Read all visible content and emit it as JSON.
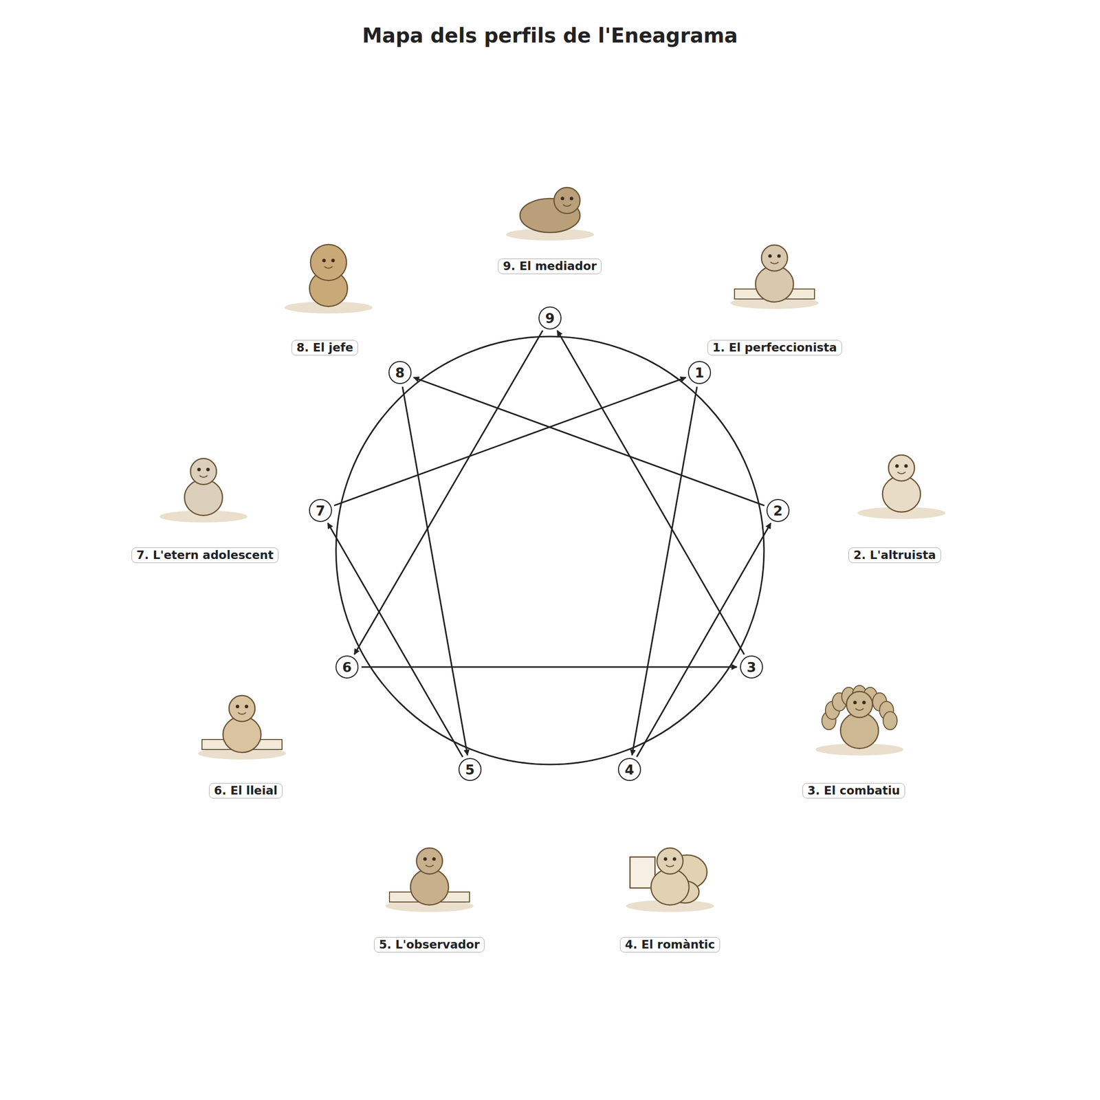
{
  "diagram": {
    "title": "Mapa dels perfils de l'Eneagrama",
    "nodes": [
      {
        "text": [
          "1"
        ]
      },
      {
        "text": [
          "2"
        ]
      },
      {
        "text": [
          "3"
        ]
      },
      {
        "text": [
          "4"
        ]
      },
      {
        "text": [
          "5"
        ]
      },
      {
        "text": [
          "6"
        ]
      },
      {
        "text": [
          "7"
        ]
      },
      {
        "text": [
          "8"
        ]
      },
      {
        "text": [
          "9"
        ]
      },
      {
        "text": [
          "1. El perfeccionista"
        ]
      },
      {
        "text": [
          "2. L'altruista"
        ]
      },
      {
        "text": [
          "3. El combatiu"
        ]
      },
      {
        "text": [
          "4. El romàntic"
        ]
      },
      {
        "text": [
          "5. L'observador"
        ]
      },
      {
        "text": [
          "6. El lleial"
        ]
      },
      {
        "text": [
          "7. L'etern adolescent"
        ]
      },
      {
        "text": [
          "8. El jefe"
        ]
      },
      {
        "text": [
          "9. El mediador"
        ]
      }
    ],
    "edges": [
      {
        "from": 8,
        "to": 5,
        "arrow": "to"
      },
      {
        "from": 2,
        "to": 8,
        "arrow": "to"
      },
      {
        "from": 5,
        "to": 2,
        "arrow": "to"
      },
      {
        "from": 0,
        "to": 3,
        "arrow": "to"
      },
      {
        "from": 3,
        "to": 1,
        "arrow": "to"
      },
      {
        "from": 1,
        "to": 7,
        "arrow": "to"
      },
      {
        "from": 7,
        "to": 4,
        "arrow": "to"
      },
      {
        "from": 4,
        "to": 6,
        "arrow": "to"
      },
      {
        "from": 6,
        "to": 0,
        "arrow": "to"
      }
    ]
  }
}
